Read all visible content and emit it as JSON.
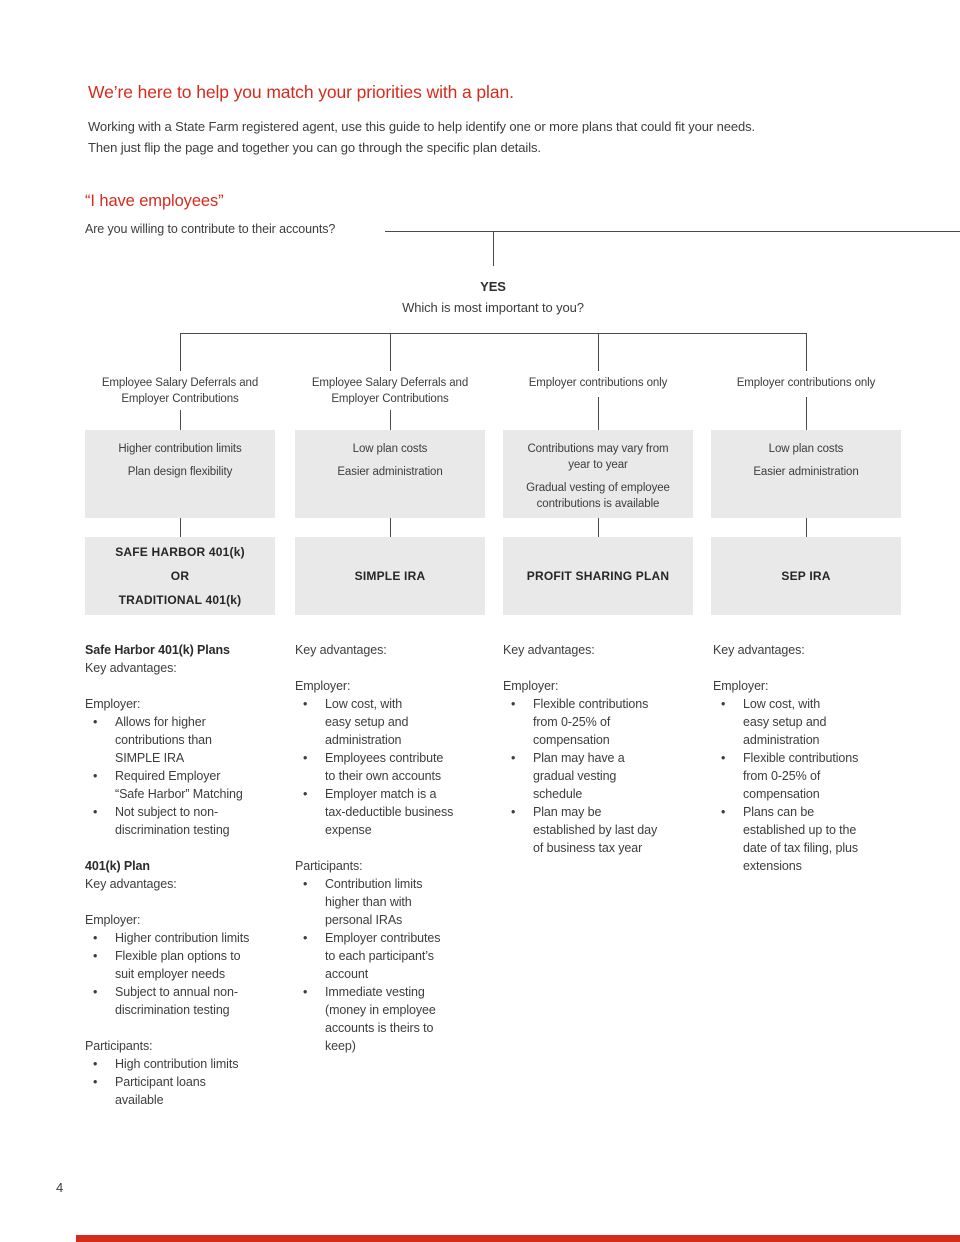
{
  "page": {
    "title": "We’re here to help you match your priorities with a plan.",
    "intro_line1": "Working with a State Farm registered agent, use this guide to help identify one or more plans that could fit your needs.",
    "intro_line2": "Then just flip the page and together you can go through the specific plan details.",
    "section_heading": "“I have employees”",
    "question": "Are you willing to contribute to their accounts?",
    "page_number": "4"
  },
  "colors": {
    "accent_red": "#d52b1e",
    "box_gray": "#e9e9e9",
    "line_gray": "#4a4a4a"
  },
  "tree": {
    "answer": "YES",
    "followup": "Which is most important to you?"
  },
  "columns": [
    {
      "priority": "Employee Salary Deferrals and\nEmployer Contributions",
      "benefits": [
        "Higher contribution limits",
        "Plan design flexibility"
      ],
      "plan": "SAFE HARBOR 401(k)\nOR\nTRADITIONAL 401(k)",
      "details": [
        {
          "heading": "Safe Harbor 401(k) Plans",
          "sub": "Key advantages:",
          "groups": [
            {
              "label": "Employer:",
              "bullets": [
                "Allows for higher\ncontributions than\nSIMPLE IRA",
                "Required Employer\n“Safe Harbor” Matching",
                "Not subject to non-\ndiscrimination testing"
              ]
            }
          ]
        },
        {
          "heading": "401(k) Plan",
          "sub": "Key advantages:",
          "groups": [
            {
              "label": "Employer:",
              "bullets": [
                "Higher contribution limits",
                "Flexible plan options to\nsuit employer needs",
                "Subject to annual non-\ndiscrimination testing"
              ]
            },
            {
              "label": "Participants:",
              "bullets": [
                "High contribution limits",
                "Participant loans\navailable"
              ]
            }
          ]
        }
      ]
    },
    {
      "priority": "Employee Salary Deferrals and\nEmployer Contributions",
      "benefits": [
        "Low plan costs",
        "Easier administration"
      ],
      "plan": "SIMPLE IRA",
      "details": [
        {
          "sub": "Key advantages:",
          "groups": [
            {
              "label": "Employer:",
              "bullets": [
                "Low cost, with\neasy setup and\nadministration",
                "Employees contribute\nto their own accounts",
                "Employer match is a\ntax-deductible business\nexpense"
              ]
            },
            {
              "label": "Participants:",
              "bullets": [
                "Contribution limits\nhigher than with\npersonal IRAs",
                "Employer contributes\nto each participant’s\naccount",
                "Immediate vesting\n(money in employee\naccounts is theirs to\nkeep)"
              ]
            }
          ]
        }
      ]
    },
    {
      "priority": "Employer contributions only",
      "benefits": [
        "Contributions may vary from\nyear to year",
        "Gradual vesting of employee\ncontributions is available"
      ],
      "plan": "PROFIT SHARING PLAN",
      "details": [
        {
          "sub": "Key advantages:",
          "groups": [
            {
              "label": "Employer:",
              "bullets": [
                "Flexible contributions\nfrom 0-25% of\ncompensation",
                "Plan may have a\ngradual vesting\nschedule",
                "Plan may be\nestablished by last day\nof business tax year"
              ]
            }
          ]
        }
      ]
    },
    {
      "priority": "Employer contributions only",
      "benefits": [
        "Low plan costs",
        "Easier administration"
      ],
      "plan": "SEP IRA",
      "details": [
        {
          "sub": "Key advantages:",
          "groups": [
            {
              "label": "Employer:",
              "bullets": [
                "Low cost, with\neasy setup and\nadministration",
                "Flexible contributions\nfrom 0-25% of\ncompensation",
                "Plans can be\nestablished up to the\ndate of tax filing, plus\nextensions"
              ]
            }
          ]
        }
      ]
    }
  ]
}
